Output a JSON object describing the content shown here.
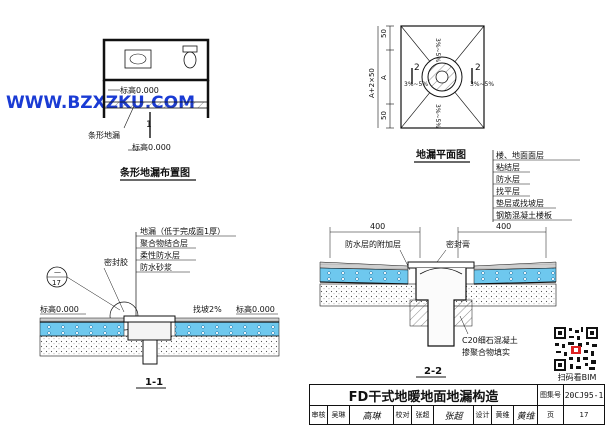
{
  "watermark": "WWW.BZXZKU.COM",
  "plan_strip": {
    "label_elev_top": "标高0.000",
    "label_strip": "条形地漏",
    "label_elev_bottom": "标高0.000",
    "section_mark": "1",
    "title": "条形地漏布置图"
  },
  "floor_drain_plan": {
    "dim_vertical": "A+2×50",
    "dim_50_top": "50",
    "dim_a": "A",
    "dim_50_bottom": "50",
    "slope_top": "3%~5%",
    "slope_right": "3%~5%",
    "slope_left": "3%~5%",
    "slope_bottom": "3%~5%",
    "section_mark_left": "2",
    "section_mark_right": "2",
    "title": "地漏平面图"
  },
  "layers_legend": {
    "items": [
      "楼、地面面层",
      "粘结层",
      "防水层",
      "找平层",
      "垫层或找坡层",
      "钢筋混凝土楼板"
    ]
  },
  "section_1": {
    "callouts": [
      "地漏（低于完成面1厚）",
      "聚合物结合层",
      "柔性防水层",
      "防水砂浆"
    ],
    "sealant": "密封胶",
    "detail_top": "—",
    "detail_bottom": "17",
    "elev_left": "标高0.000",
    "slope": "找坡2%",
    "elev_right": "标高0.000",
    "title": "1-1"
  },
  "section_2": {
    "dim_left": "400",
    "dim_right": "400",
    "extra_layer": "防水层的附加层",
    "sealant": "密封膏",
    "concrete_note_1": "C20细石混凝土",
    "concrete_note_2": "掺聚合物填实",
    "title": "2-2"
  },
  "title_block": {
    "title": "FD干式地暖地面地漏构造",
    "atlas_label": "图集号",
    "atlas_no": "20CJ95-1",
    "review_label": "审核",
    "review_name": "吴琳",
    "review_sig": "高琳",
    "check_label": "校对",
    "check_name": "张超",
    "check_sig": "张超",
    "design_label": "设计",
    "design_name": "黄维",
    "design_sig": "黄维",
    "page_label": "页",
    "page_no": "17"
  },
  "qr_caption": "扫码看BIM"
}
